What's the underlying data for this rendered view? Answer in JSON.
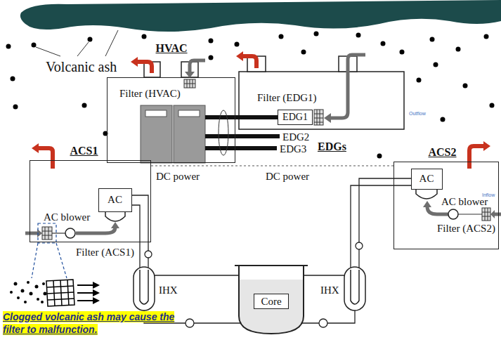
{
  "diagram": {
    "nodes": [
      {
        "text": [
          "HVAC"
        ]
      },
      {
        "text": [
          "EDG1"
        ]
      },
      {
        "text": [
          "ACS1"
        ]
      },
      {
        "text": [
          "AC"
        ],
        "in": 2
      },
      {
        "text": [
          "ACS2"
        ]
      },
      {
        "text": [
          "AC"
        ],
        "in": 4
      },
      {
        "text": [
          "Core"
        ]
      }
    ],
    "edges": [
      {
        "from": 2,
        "to": 4,
        "arrow": "none"
      }
    ],
    "labels": [
      "Volcanic ash",
      "Filter (HVAC)",
      "Filter (EDG1)",
      "Outflow",
      "EDG2",
      "EDG3",
      "EDGs",
      "DC power",
      "DC power",
      "AC blower",
      "Filter (ACS1)",
      "AC blower",
      "Inflow",
      "Filter (ACS2)",
      "IHX",
      "IHX",
      "Clogged volcanic ash may cause the filter to malfunction."
    ]
  }
}
